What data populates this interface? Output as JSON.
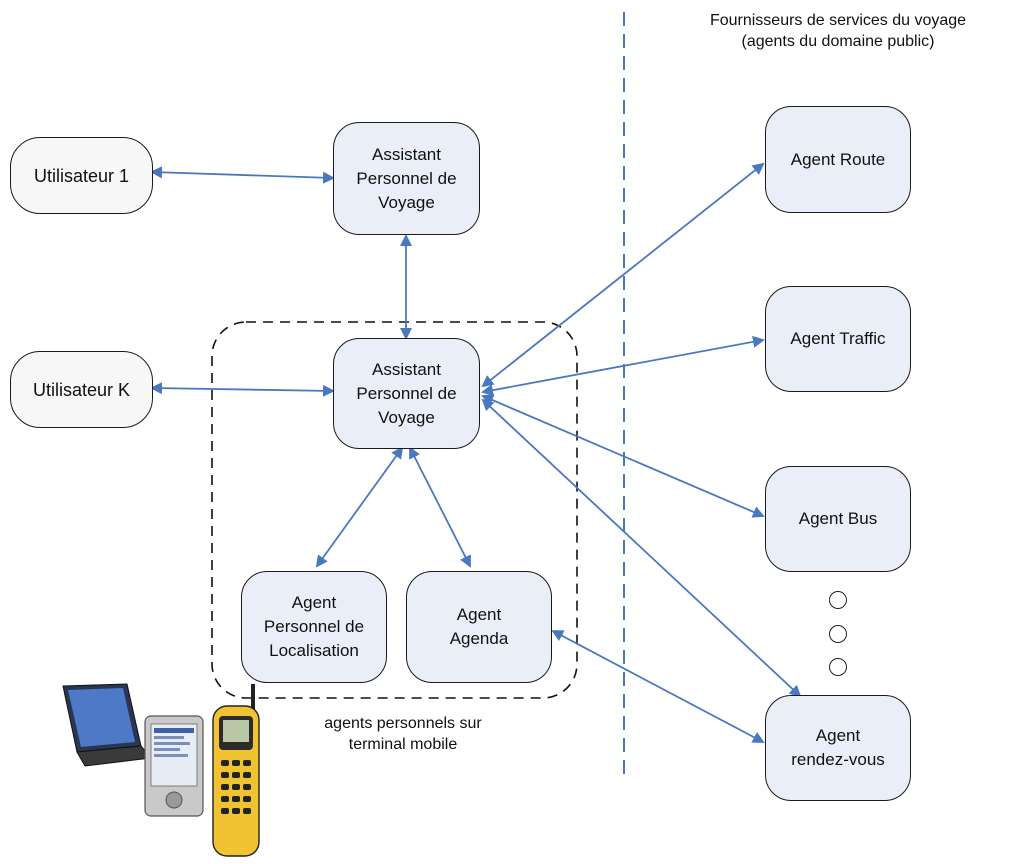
{
  "title": "Fournisseurs de services du voyage\n(agents du domaine public)",
  "group_label": "agents personnels sur\nterminal mobile",
  "nodes": {
    "user1": "Utilisateur 1",
    "userK": "Utilisateur K",
    "assistant_top": "Assistant\nPersonnel de\nVoyage",
    "assistant_main": "Assistant\nPersonnel de\nVoyage",
    "localisation": "Agent\nPersonnel de\nLocalisation",
    "agenda": "Agent\nAgenda",
    "route": "Agent  Route",
    "traffic": "Agent  Traffic",
    "bus": "Agent  Bus",
    "rdv": "Agent\nrendez-vous"
  },
  "colors": {
    "arrow": "#4a78c0",
    "agent_fill": "#e9eef8",
    "user_fill": "#f7f7f7"
  }
}
